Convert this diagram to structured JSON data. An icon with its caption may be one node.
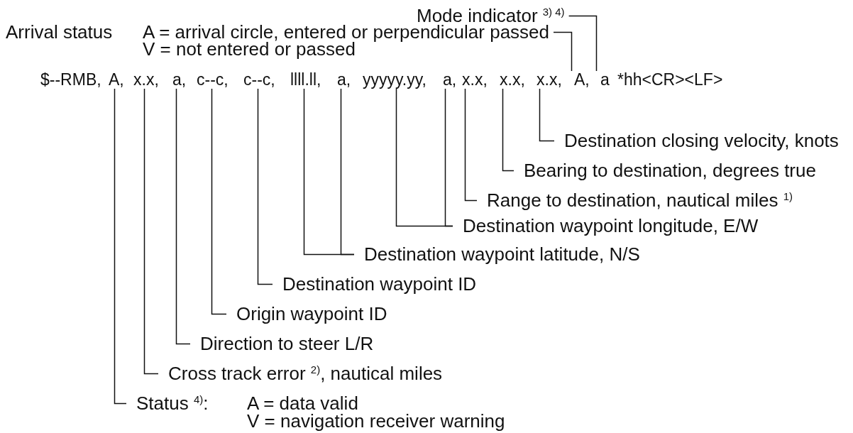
{
  "diagram": {
    "nodes": [
      {
        "text": [
          "$--RMB,"
        ]
      },
      {
        "text": [
          "A,"
        ]
      },
      {
        "text": [
          "x.x,"
        ]
      },
      {
        "text": [
          "a,"
        ]
      },
      {
        "text": [
          "c--c,"
        ]
      },
      {
        "text": [
          "c--c,"
        ]
      },
      {
        "text": [
          "llll.ll,"
        ]
      },
      {
        "text": [
          "a,"
        ]
      },
      {
        "text": [
          "yyyyy.yy,"
        ]
      },
      {
        "text": [
          "a,"
        ]
      },
      {
        "text": [
          "x.x,"
        ]
      },
      {
        "text": [
          "x.x,"
        ]
      },
      {
        "text": [
          "x.x,"
        ]
      },
      {
        "text": [
          "A,"
        ]
      },
      {
        "text": [
          "a"
        ]
      },
      {
        "text": [
          "*hh<CR><LF>"
        ]
      },
      {
        "text": [
          "Mode indicator $^{3) 4)}$"
        ]
      },
      {
        "text": [
          "Arrival status",
          "A = arrival circle, entered or perpendicular passed",
          "V = not entered or passed"
        ]
      },
      {
        "text": [
          "Destination closing velocity, knots"
        ]
      },
      {
        "text": [
          "Bearing to destination, degrees true"
        ]
      },
      {
        "text": [
          "Range to destination, nautical miles $^{1)}$"
        ]
      },
      {
        "text": [
          "Destination waypoint longitude, E/W"
        ]
      },
      {
        "text": [
          "Destination waypoint latitude, N/S"
        ]
      },
      {
        "text": [
          "Destination waypoint ID"
        ]
      },
      {
        "text": [
          "Origin waypoint ID"
        ]
      },
      {
        "text": [
          "Direction to steer L/R"
        ]
      },
      {
        "text": [
          "Cross track error $^{2)}$, nautical miles"
        ]
      },
      {
        "text": [
          "Status $^{4)}$:",
          "A = data valid",
          "V = navigation receiver warning"
        ]
      }
    ],
    "edges": [
      {
        "from": 16,
        "to": 14,
        "arrow": "none"
      },
      {
        "from": 17,
        "to": 13,
        "arrow": "none"
      },
      {
        "from": 18,
        "to": 12,
        "arrow": "none"
      },
      {
        "from": 19,
        "to": 11,
        "arrow": "none"
      },
      {
        "from": 20,
        "to": 10,
        "arrow": "none"
      },
      {
        "from": 21,
        "to": 8,
        "arrow": "none"
      },
      {
        "from": 21,
        "to": 9,
        "arrow": "none"
      },
      {
        "from": 22,
        "to": 6,
        "arrow": "none"
      },
      {
        "from": 22,
        "to": 7,
        "arrow": "none"
      },
      {
        "from": 23,
        "to": 5,
        "arrow": "none"
      },
      {
        "from": 24,
        "to": 4,
        "arrow": "none"
      },
      {
        "from": 25,
        "to": 3,
        "arrow": "none"
      },
      {
        "from": 26,
        "to": 2,
        "arrow": "none"
      },
      {
        "from": 27,
        "to": 1,
        "arrow": "none"
      }
    ]
  }
}
